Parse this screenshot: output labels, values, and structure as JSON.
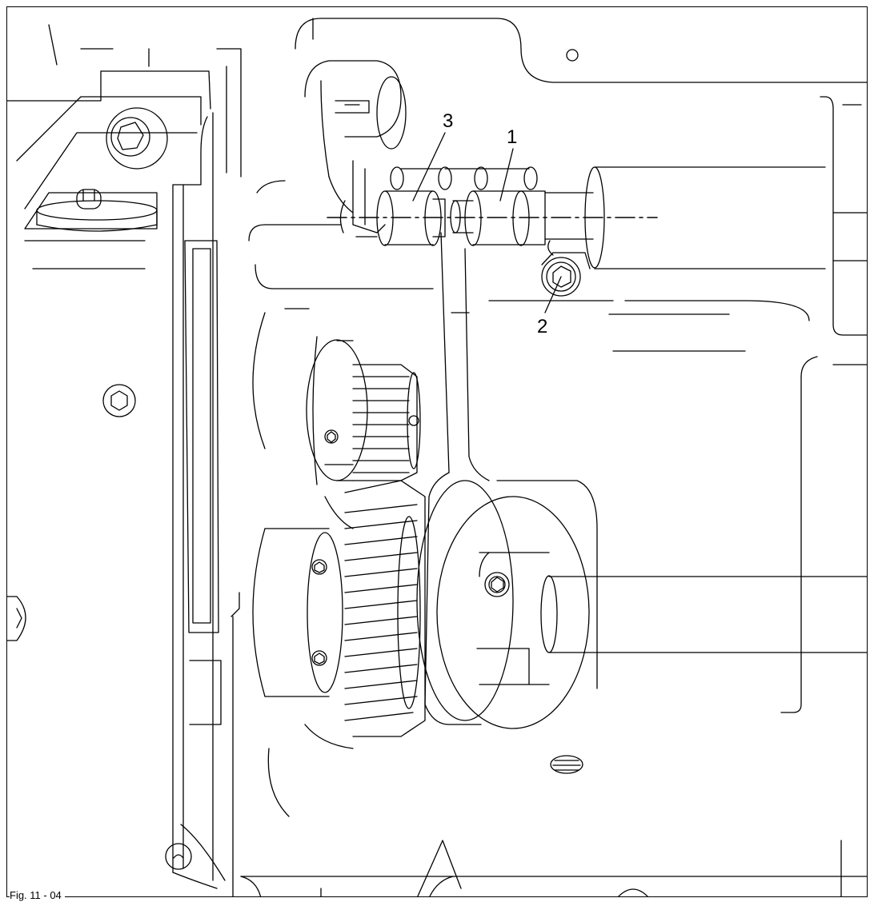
{
  "figure": {
    "caption": "Fig. 11 - 04",
    "callouts": {
      "part_1": "1",
      "part_2": "2",
      "part_3": "3"
    }
  }
}
